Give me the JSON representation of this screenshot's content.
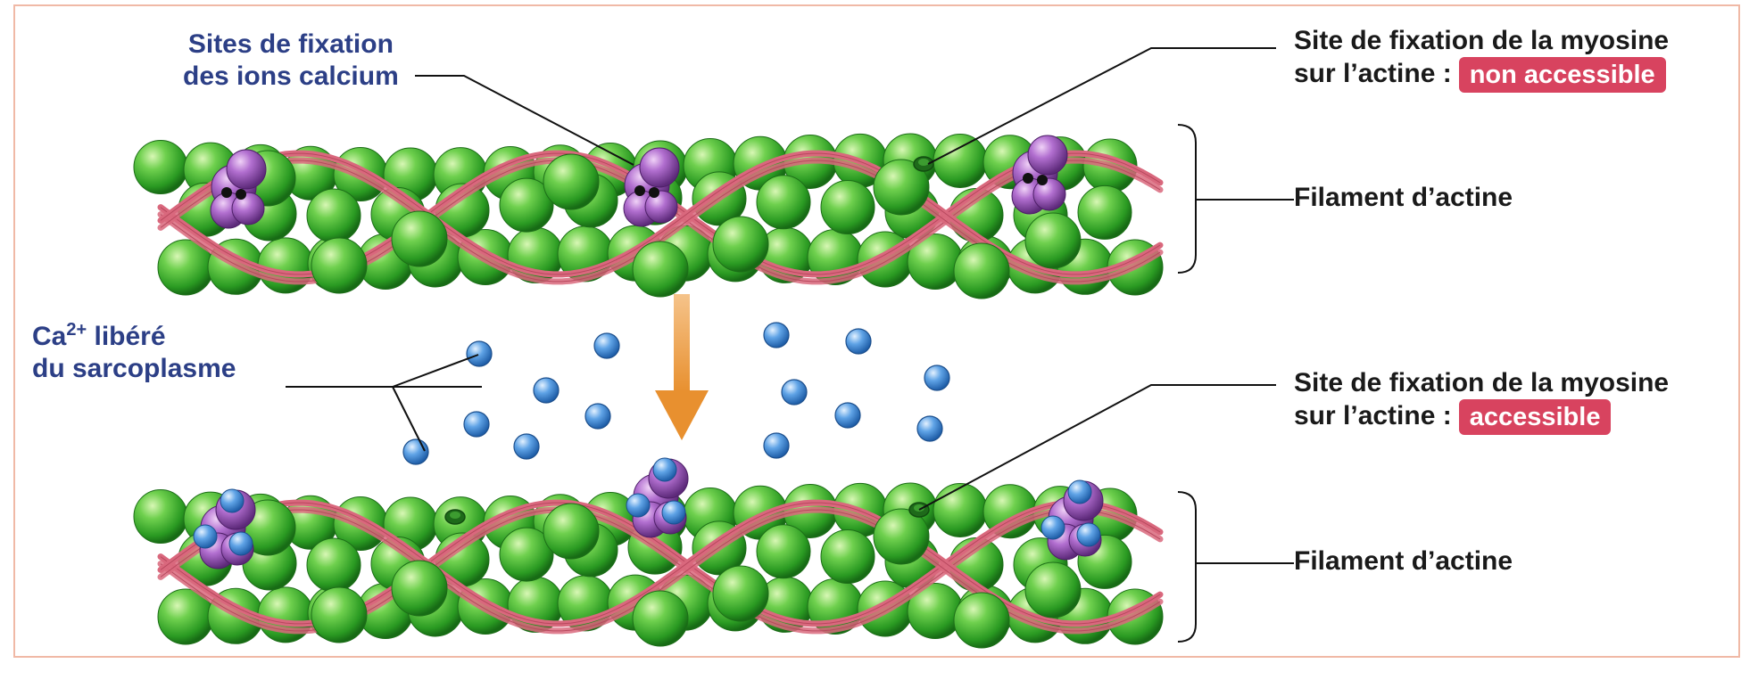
{
  "labels": {
    "calcium_sites": [
      "Sites de fixation",
      "des ions calcium"
    ],
    "ca_released": {
      "ion": "Ca",
      "charge": "2+",
      "rest": " libéré",
      "line2": "du sarcoplasme"
    },
    "top_site": {
      "line1": "Site de fixation de la myosine",
      "line2": "sur l’actine :",
      "status": "non accessible"
    },
    "bottom_site": {
      "line1": "Site de fixation de la myosine",
      "line2": "sur l’actine :",
      "status": "accessible"
    },
    "filament_top": "Filament d’actine",
    "filament_bottom": "Filament d’actine"
  },
  "colors": {
    "actin": "#3cae2e",
    "tropomyosin": "#d9687d",
    "troponin": "#9a4fb6",
    "calcium": "#4b8fd8",
    "arrow": "#e9973a",
    "badge": "#d8435f",
    "left_label_text": "#2c3f86"
  },
  "icons": [
    "actin-monomer-icon",
    "troponin-complex-icon",
    "calcium-ion-icon",
    "down-arrow-icon"
  ]
}
